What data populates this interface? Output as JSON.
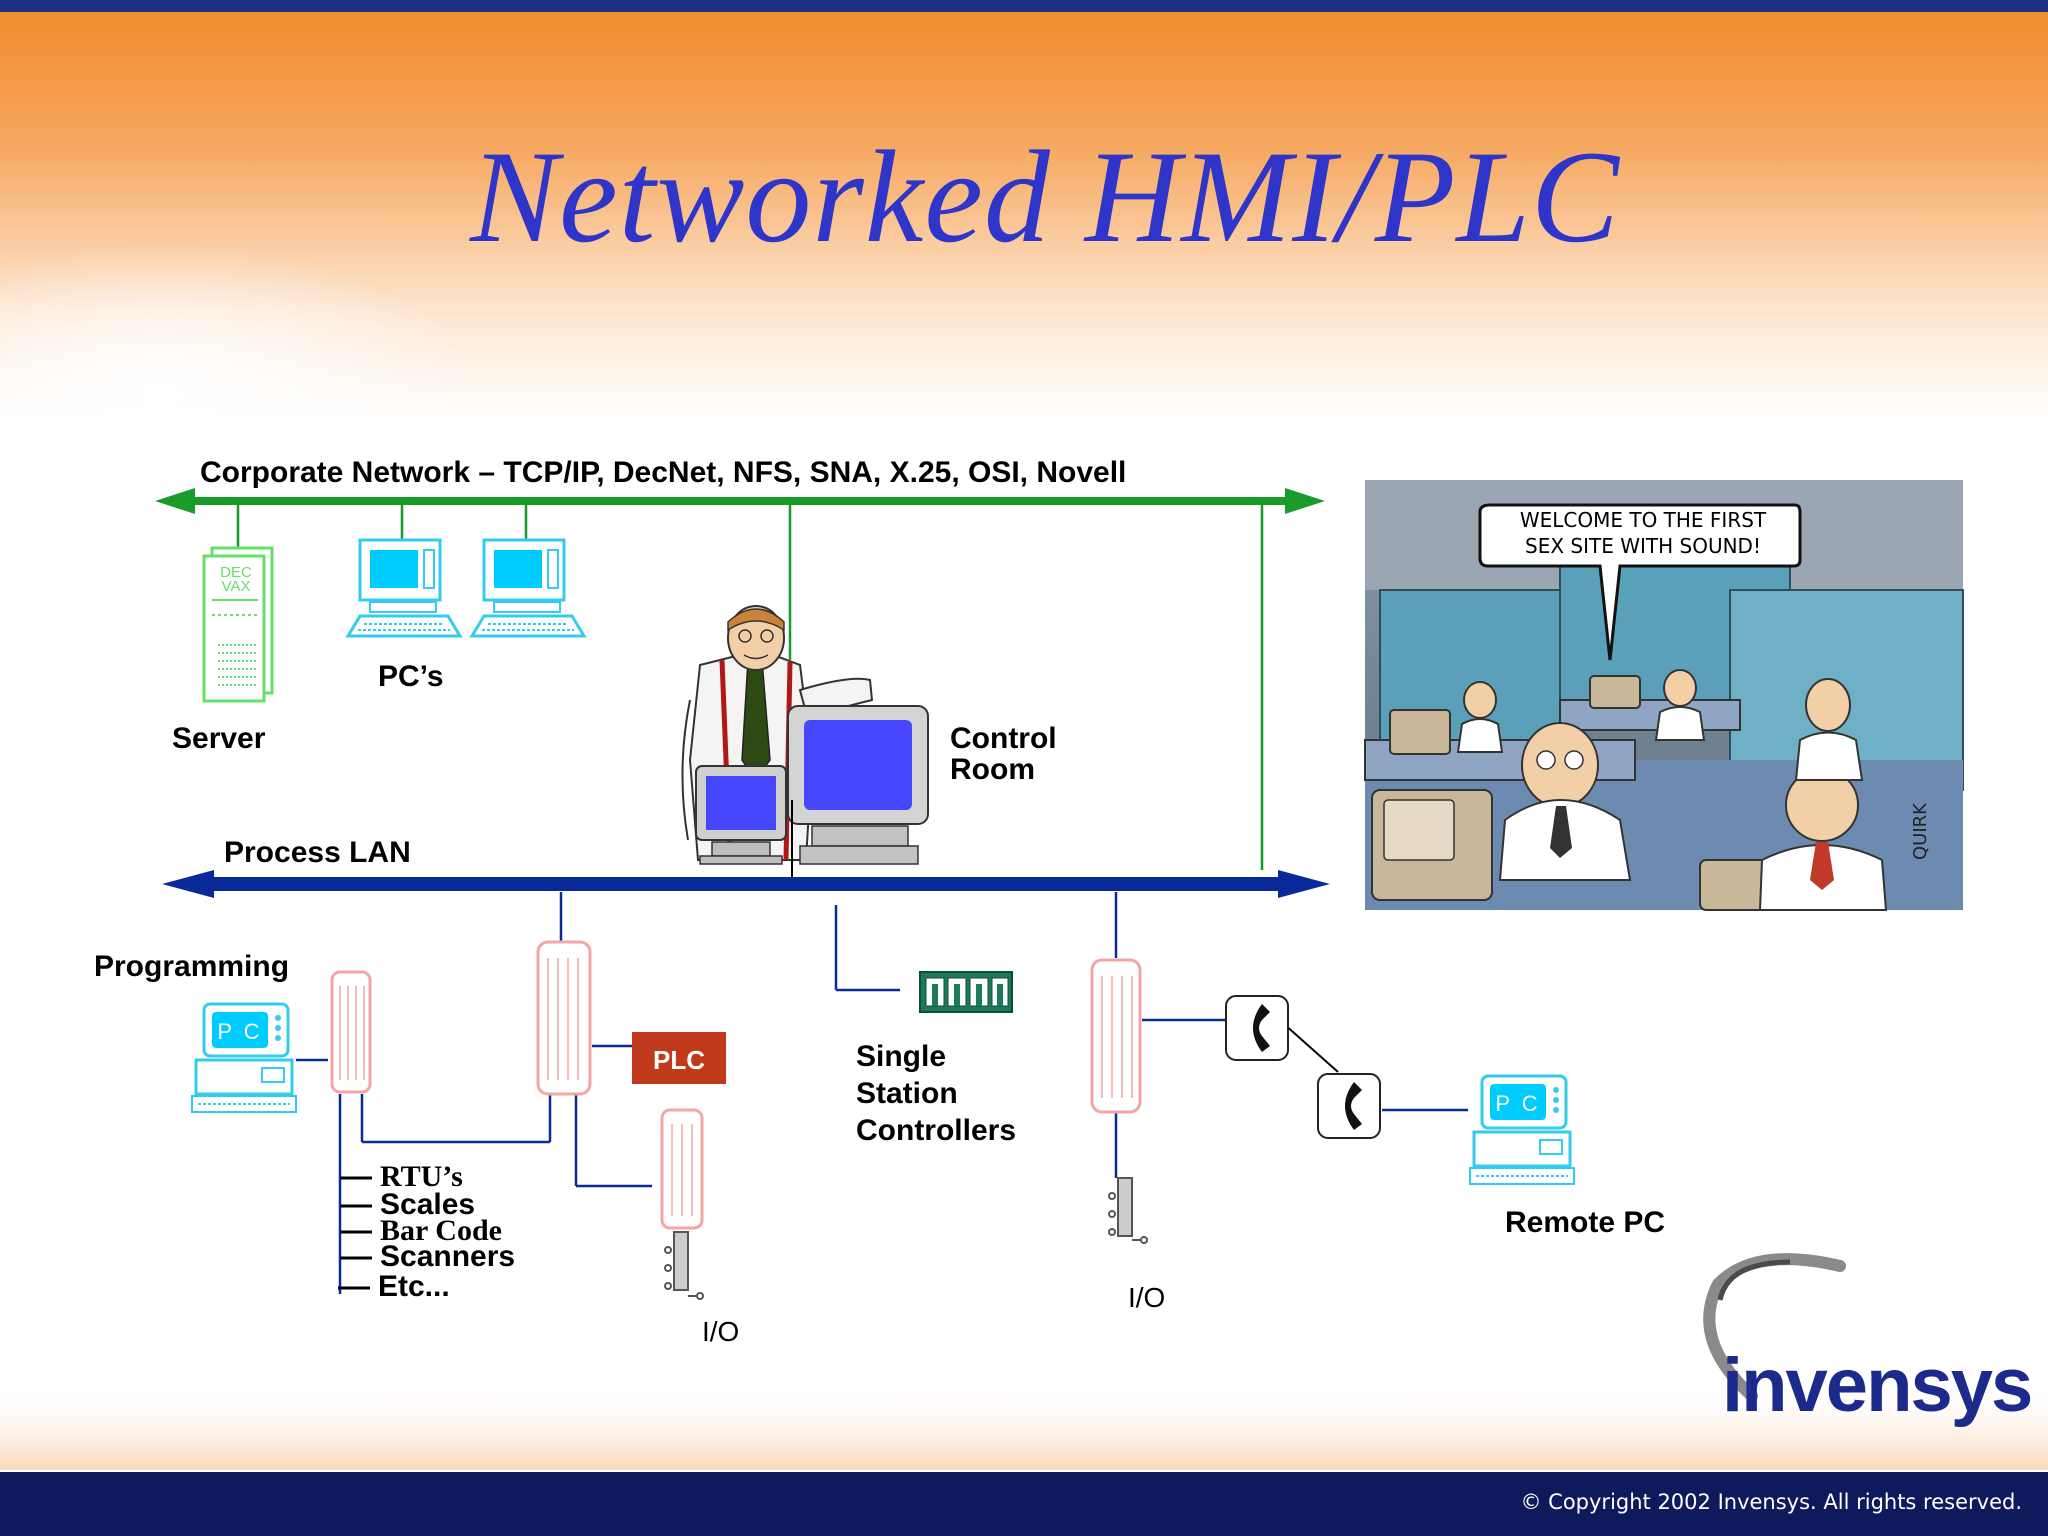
{
  "title": "Networked HMI/PLC",
  "corporate_network_label": "Corporate Network  –  TCP/IP, DecNet, NFS, SNA, X.25, OSI, Novell",
  "process_lan_label": "Process LAN",
  "server_label": "Server",
  "server_screen_text": "DEC VAX",
  "pcs_label": "PC’s",
  "control_room_label": [
    "Control",
    "Room"
  ],
  "programming_label": "Programming",
  "pc_screen_text": "P C",
  "plc_label": "PLC",
  "single_station_label": [
    "Single",
    "Station",
    "Controllers"
  ],
  "devices_list": [
    "RTU’s",
    "Scales",
    "Bar Code",
    "Scanners",
    "Etc..."
  ],
  "io_label_1": "I/O",
  "io_label_2": "I/O",
  "remote_pc_label": "Remote PC",
  "cartoon_bubble": [
    "WELCOME TO THE FIRST",
    "SEX SITE WITH SOUND!"
  ],
  "cartoon_signature": "QUIRK",
  "logo_text": "invensys",
  "copyright": "© Copyright 2002 Invensys. All rights reserved.",
  "colors": {
    "title": "#2e35c8",
    "corporate_network": "#1a9a2a",
    "process_lan": "#0b2a9a",
    "pc_cyan": "#33ccee",
    "plc_box": "#c0391b",
    "footer_bar": "#0f1a5c"
  }
}
